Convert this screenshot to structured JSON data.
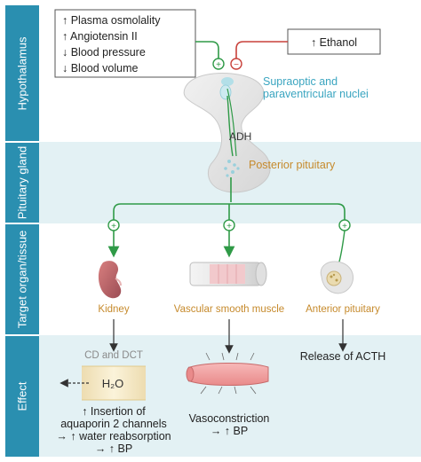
{
  "side_labels": {
    "hypothalamus": "Hypothalamus",
    "pituitary": "Pituitary gland",
    "target": "Target organ/tissue",
    "effect": "Effect"
  },
  "stimuli": {
    "line1": "↑ Plasma osmolality",
    "line2": "↑ Angiotensin II",
    "line3": "↓ Blood pressure",
    "line4": "↓ Blood volume"
  },
  "inhibitor": "↑ Ethanol",
  "nuclei_label": {
    "line1": "Supraoptic and",
    "line2": "paraventricular nuclei"
  },
  "adh_label": "ADH",
  "posterior_label": "Posterior pituitary",
  "targets": {
    "kidney": "Kidney",
    "vascular": "Vascular smooth muscle",
    "anterior": "Anterior pituitary"
  },
  "effects": {
    "cd_dct": "CD and DCT",
    "h2o": "H₂O",
    "kidney_line1": "↑ Insertion of",
    "kidney_line2": "aquaporin 2 channels",
    "kidney_line3": "→ ↑ water reabsorption",
    "kidney_line4": "→ ↑ BP",
    "vaso_line1": "Vasoconstriction",
    "vaso_line2": "→ ↑ BP",
    "acth": "Release of ACTH"
  },
  "signs": {
    "plus": "+",
    "minus": "−"
  },
  "colors": {
    "side_bar": "#2a8fb0",
    "band_light": "#e3f1f4",
    "stimulate": "#2f9a47",
    "inhibit": "#c8403a",
    "label_teal": "#3aa5c0",
    "label_orange": "#c68a2c",
    "label_grey": "#8a8a8a"
  }
}
